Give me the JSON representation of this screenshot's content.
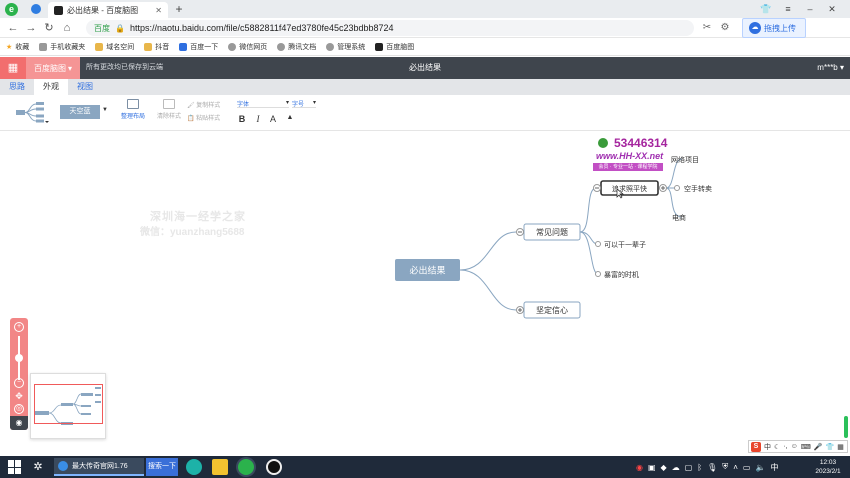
{
  "browser": {
    "logo": "e",
    "active_tab_title": "必出结果 - 百度脑图",
    "new_tab_glyph": "+",
    "address": {
      "secure_label": "百度",
      "url": "https://naotu.baidu.com/file/c5882811f47ed3780fe45c23bdbb8724"
    },
    "upload_label": "拖拽上传"
  },
  "bookmarks": [
    {
      "label": "收藏"
    },
    {
      "label": "手机收藏夹"
    },
    {
      "label": "域名空间"
    },
    {
      "label": "抖音"
    },
    {
      "label": "百度一下"
    },
    {
      "label": "微信网页"
    },
    {
      "label": "腾讯文档"
    },
    {
      "label": "管理系统"
    },
    {
      "label": "百度脑图"
    }
  ],
  "app": {
    "brand": "百度脑图",
    "save_status": "所有更改均已保存到云端",
    "doc_title": "必出结果",
    "user": "m***b"
  },
  "mode_tabs": [
    {
      "label": "思路",
      "active": false
    },
    {
      "label": "外观",
      "active": true
    },
    {
      "label": "视图",
      "active": false
    }
  ],
  "toolbar": {
    "theme": "天空蓝",
    "arrange": "整理布局",
    "clear_style": "清除样式",
    "copy_style": "复制样式",
    "paste_style": "粘贴样式",
    "font_family": "字体",
    "font_size": "字号",
    "bold": "B",
    "italic": "I",
    "font_color": "A",
    "bg_color": "▲"
  },
  "mindmap": {
    "root": "必出结果",
    "nodes": {
      "faq": "常见问题",
      "confidence": "坚定信心",
      "recommend": "追求照平快",
      "network": "网络项目",
      "resale": "空手转卖",
      "ecom": "电商",
      "one_life": "可以干一辈子",
      "opportunity": "暴富的时机"
    }
  },
  "watermark": {
    "line1": "深圳海一经学之家",
    "line2": "微信：yuanzhang5688"
  },
  "overlay": {
    "qq": "53446314",
    "site": "www.HH-XX.net",
    "band": "会员 · 专业一站 · 课程学院"
  },
  "taskbar": {
    "app1": "最大传奇官网1.76",
    "app2": "搜索一下",
    "time": "12:03",
    "date": "2023/2/1",
    "ime": "中"
  },
  "colors": {
    "accent": "#f26e6e",
    "header": "#3f454d",
    "node_border": "#8aa6c1",
    "root_fill": "#8aa6c1",
    "link": "#2f6fe0"
  }
}
